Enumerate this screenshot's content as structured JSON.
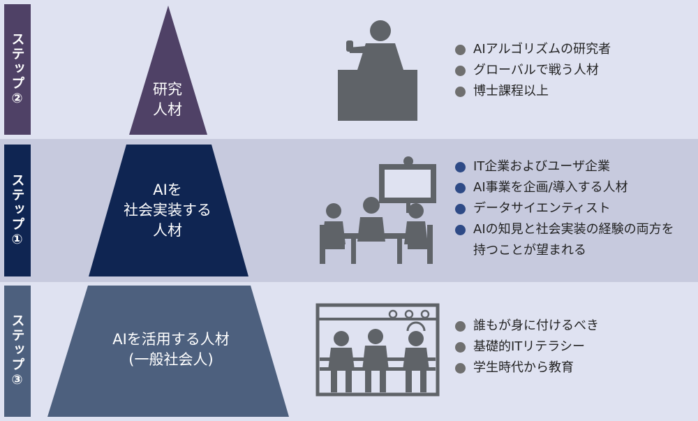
{
  "colors": {
    "band_light": "#dfe2f1",
    "band_mid": "#c7cade",
    "step2": "#4f4166",
    "step1": "#0f2552",
    "step3": "#4d607e",
    "icon_gray": "#5f6368",
    "bullet_blue": "#2e4a86",
    "bullet_gray": "#6f6f6f"
  },
  "steps": {
    "top": {
      "label": "ステップ②"
    },
    "mid": {
      "label": "ステップ①"
    },
    "bot": {
      "label": "ステップ③"
    }
  },
  "pyramid": {
    "top": {
      "line1": "研究",
      "line2": "人材"
    },
    "mid": {
      "line1": "AIを",
      "line2": "社会実装する",
      "line3": "人材"
    },
    "bot": {
      "line1": "AIを活用する人材",
      "line2": "(一般社会人)"
    }
  },
  "icons": {
    "top": "lecturer-at-podium-icon",
    "mid": "meeting-with-screen-icon",
    "bot": "seated-learners-icon"
  },
  "bullets": {
    "top": [
      "AIアルゴリズムの研究者",
      "グローバルで戦う人材",
      "博士課程以上"
    ],
    "mid": [
      "IT企業およびユーザ企業",
      "AI事業を企画/導入する人材",
      "データサイエンティスト",
      "AIの知見と社会実装の経験の両方を持つことが望まれる"
    ],
    "bot": [
      "誰もが身に付けるべき",
      "基礎的ITリテラシー",
      "学生時代から教育"
    ]
  }
}
